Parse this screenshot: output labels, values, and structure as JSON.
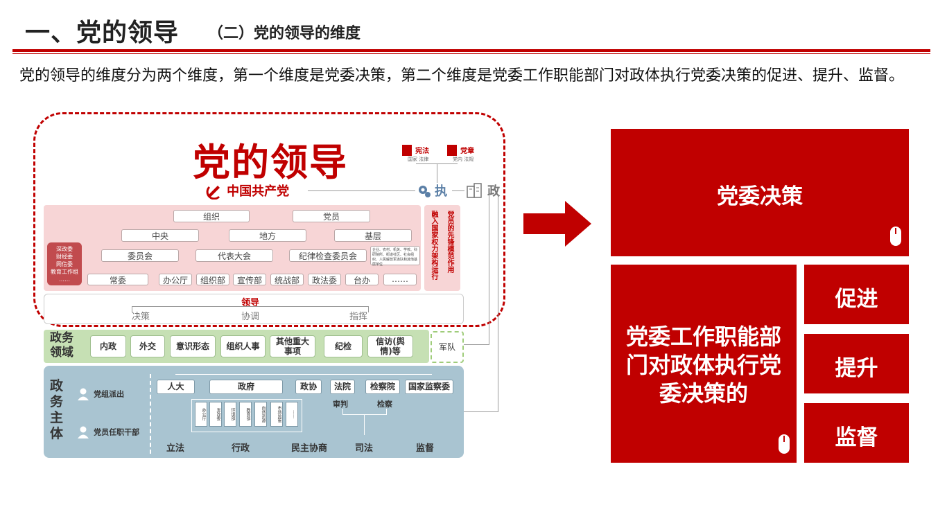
{
  "header": {
    "title": "一、党的领导",
    "subtitle": "（二）党的领导的维度"
  },
  "intro_text": "党的领导的维度分为两个维度，第一个维度是党委决策，第二个维度是党委工作职能部门对政体执行党委决策的促进、提升、监督。",
  "diagram": {
    "title": "党的领导",
    "ccp_label": "中国共产党",
    "law_books": [
      {
        "name": "宪法",
        "sub": "国家 法律"
      },
      {
        "name": "党章",
        "sub": "党内 法规"
      }
    ],
    "exec_label": "执",
    "gov_label": "政",
    "org_row1": [
      "组织",
      "党员"
    ],
    "org_row2": [
      "中央",
      "地方",
      "基层"
    ],
    "org_row3": [
      "委员会",
      "代表大会",
      "纪律检查委员会"
    ],
    "org_row4": [
      "常委",
      "办公厅",
      "组织部",
      "宣传部",
      "统战部",
      "政法委",
      "台办",
      "……"
    ],
    "left_box_lines": [
      "深改委",
      "财经委",
      "网信委",
      "教育工作组",
      "……"
    ],
    "grassroots_note": "企业、农村、机关、学校、科研院所、街道社区、社会组织、人民解放军连队和其他基层单位",
    "vertical_col1": "融入国家权力架构运行",
    "vertical_col2": "党员的先锋模范作用",
    "leadership": {
      "label": "领导",
      "items": [
        "决策",
        "协调",
        "指挥"
      ]
    },
    "gov_domain_label": "政务领域",
    "gov_domains": [
      "内政",
      "外交",
      "意识形态",
      "组织人事",
      "其他重大事项",
      "纪检",
      "信访(舆情)等"
    ],
    "army": "军队",
    "gov_subject_label": "政务主体",
    "subject_side": [
      "党组派出",
      "党员任职干部"
    ],
    "subjects_top": [
      "人大",
      "政府",
      "政协",
      "法院",
      "检察院",
      "国家监察委"
    ],
    "gov_depts": [
      "办公厅",
      "发改委",
      "环境部",
      "教育部",
      "自然资源",
      "市场监管",
      "……"
    ],
    "judicial": [
      "审判",
      "检察"
    ],
    "functions": [
      "立法",
      "行政",
      "民主协商",
      "司法",
      "监督"
    ]
  },
  "tiles": {
    "top": "党委决策",
    "bottom_left": "党委工作职能部门对政体执行党委决策的",
    "right": [
      "促进",
      "提升",
      "监督"
    ]
  },
  "colors": {
    "accent": "#c00000",
    "pink": "#f7d5d6",
    "green": "#c6e0b4",
    "blue": "#a9c4d1"
  },
  "icons": [
    "mouse-icon",
    "arrow-right-icon",
    "party-emblem-icon",
    "gear-icon",
    "building-icon",
    "book-icon",
    "person-icon"
  ]
}
